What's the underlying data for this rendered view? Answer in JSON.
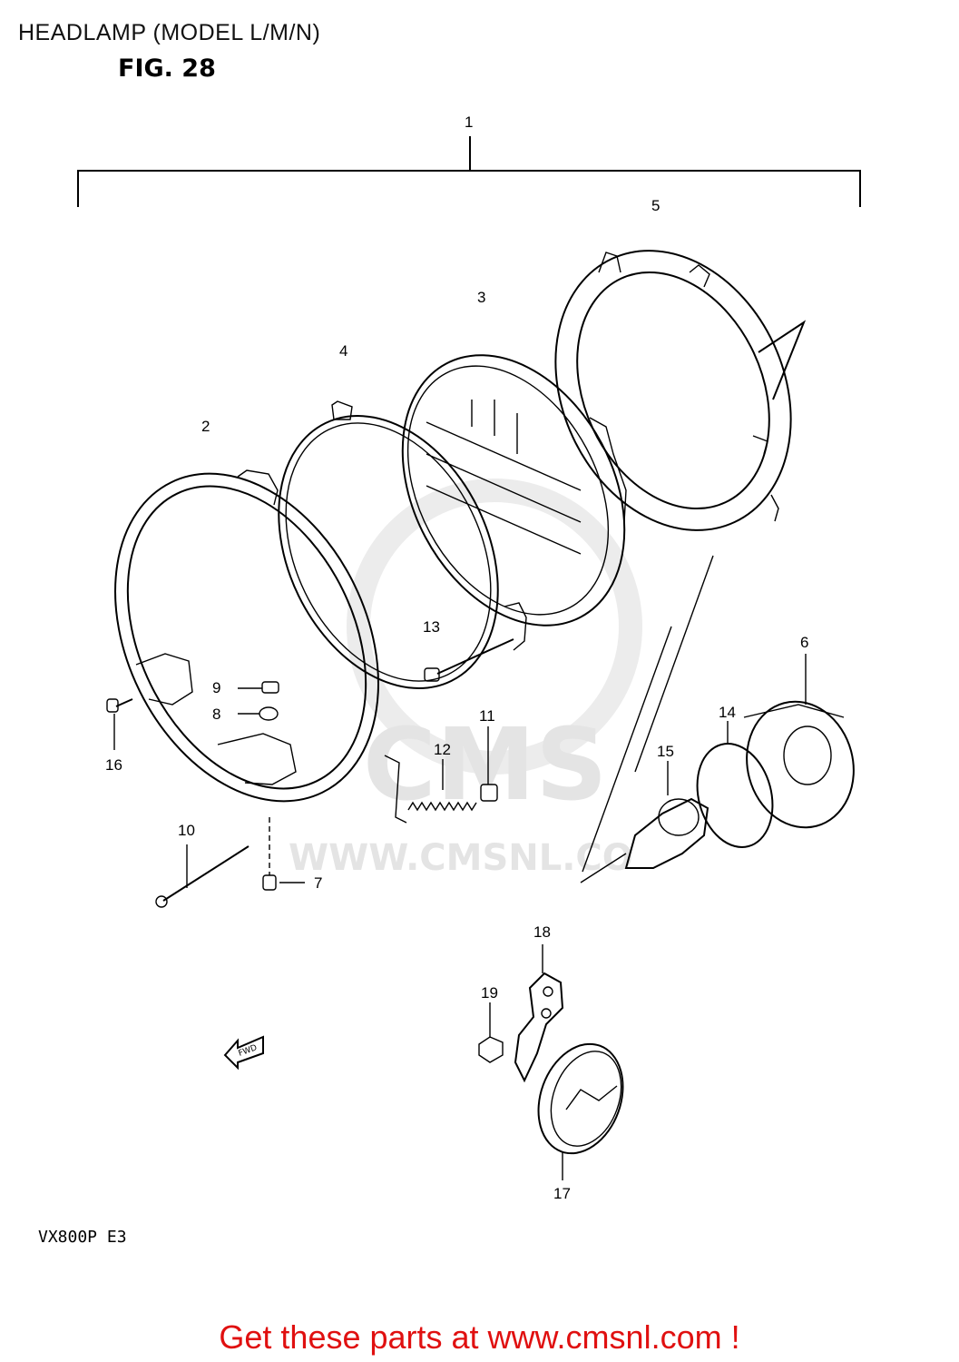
{
  "header": {
    "title": "HEADLAMP (MODEL L/M/N)",
    "figure": "FIG. 28"
  },
  "model_code": "VX800P  E3",
  "watermark": {
    "logo_text": "CMS",
    "url_text": "WWW.CMSNL.CO"
  },
  "fwd_arrow": "FWD",
  "callouts": [
    {
      "id": "1"
    },
    {
      "id": "2"
    },
    {
      "id": "3"
    },
    {
      "id": "4"
    },
    {
      "id": "5"
    },
    {
      "id": "6"
    },
    {
      "id": "7"
    },
    {
      "id": "8"
    },
    {
      "id": "9"
    },
    {
      "id": "10"
    },
    {
      "id": "11"
    },
    {
      "id": "12"
    },
    {
      "id": "13"
    },
    {
      "id": "14"
    },
    {
      "id": "15"
    },
    {
      "id": "16"
    },
    {
      "id": "17"
    },
    {
      "id": "18"
    },
    {
      "id": "19"
    }
  ],
  "footer": {
    "link_text": "Get these parts at www.cmsnl.com !"
  },
  "colors": {
    "footer_text": "#e01010",
    "watermark": "#e4e4e4",
    "line": "#000000"
  }
}
